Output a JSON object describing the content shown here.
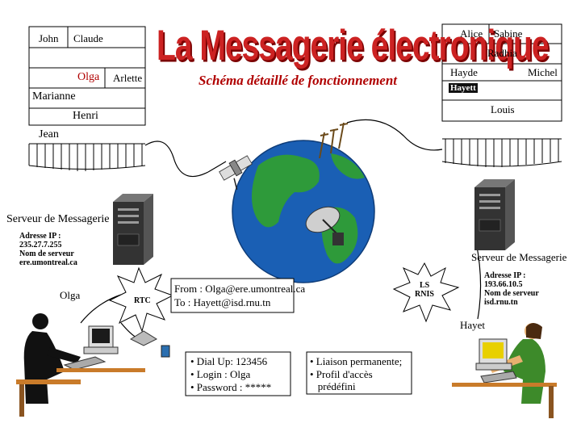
{
  "title": "La Messagerie électronique",
  "subtitle": "Schéma détaillé de fonctionnement",
  "left_users": [
    "John",
    "Claude",
    "Olga",
    "Arlette",
    "Marianne",
    "Henri",
    "Jean"
  ],
  "right_users": [
    "Alice",
    "Sabine",
    "Radhia",
    "Hayde",
    "Michel",
    "Hayett",
    "Louis"
  ],
  "left_server": {
    "label": "Serveur de Messagerie",
    "ip_label": "Adresse IP :",
    "ip": "235.27.7.255",
    "name_label": "Nom de serveur",
    "name": "ere.umontreal.ca"
  },
  "right_server": {
    "label": "Serveur de Messagerie",
    "ip_label": "Adresse IP :",
    "ip": "193.66.10.5",
    "name_label": "Nom de serveur",
    "name": "isd.rnu.tn"
  },
  "sender_name": "Olga",
  "receiver_name": "Hayet",
  "rtc_label": "RTC",
  "ls_label_1": "LS",
  "ls_label_2": "RNIS",
  "message": {
    "from": "From : Olga@ere.umontreal.ca",
    "to": "To : Hayett@isd.rnu.tn"
  },
  "dialup_lines": [
    "• Dial Up: 123456",
    "• Login : Olga",
    "• Password : *****"
  ],
  "permanent_lines": [
    "• Liaison permanente;",
    "• Profil d'accès",
    "   prédéfini"
  ],
  "colors": {
    "title": "#cc2222",
    "subtitle": "#b00000",
    "globe_ocean": "#1a5fb4",
    "globe_land": "#2e9a3a"
  }
}
